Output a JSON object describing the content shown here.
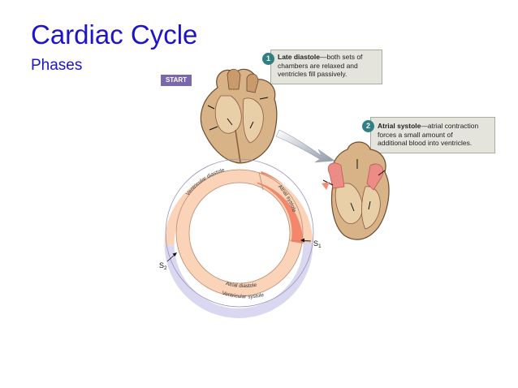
{
  "slide": {
    "title": "Cardiac Cycle",
    "subtitle": "Phases"
  },
  "start_label": "START",
  "step1": {
    "number": "1",
    "heading": "Late diastole",
    "text_line1": "—both sets of",
    "text_line2": "chambers are relaxed and",
    "text_line3": "ventricles fill passively."
  },
  "step2": {
    "number": "2",
    "heading": "Atrial systole",
    "text_line1": "—atrial contraction",
    "text_line2": "forces a small amount of",
    "text_line3": "additional blood into ventricles."
  },
  "ring": {
    "ventricular_diastole": "Ventricular diastole",
    "atrial_systole": "Atrial systole",
    "atrial_diastole": "Atrial diastole",
    "ventricular_systole": "Ventricular systole",
    "s1_main": "S",
    "s1_sub": "1",
    "s2_main": "S",
    "s2_sub": "2"
  },
  "colors": {
    "title": "#1e14c8",
    "ring_peach": "#fbd3b9",
    "ring_salmon": "#f2876b",
    "ring_lavender": "#d9d8f0",
    "heart_tissue": "#d8b387",
    "heart_dark": "#8a5a3c",
    "badge": "#2f7f83",
    "start_tag": "#7a68aa"
  }
}
